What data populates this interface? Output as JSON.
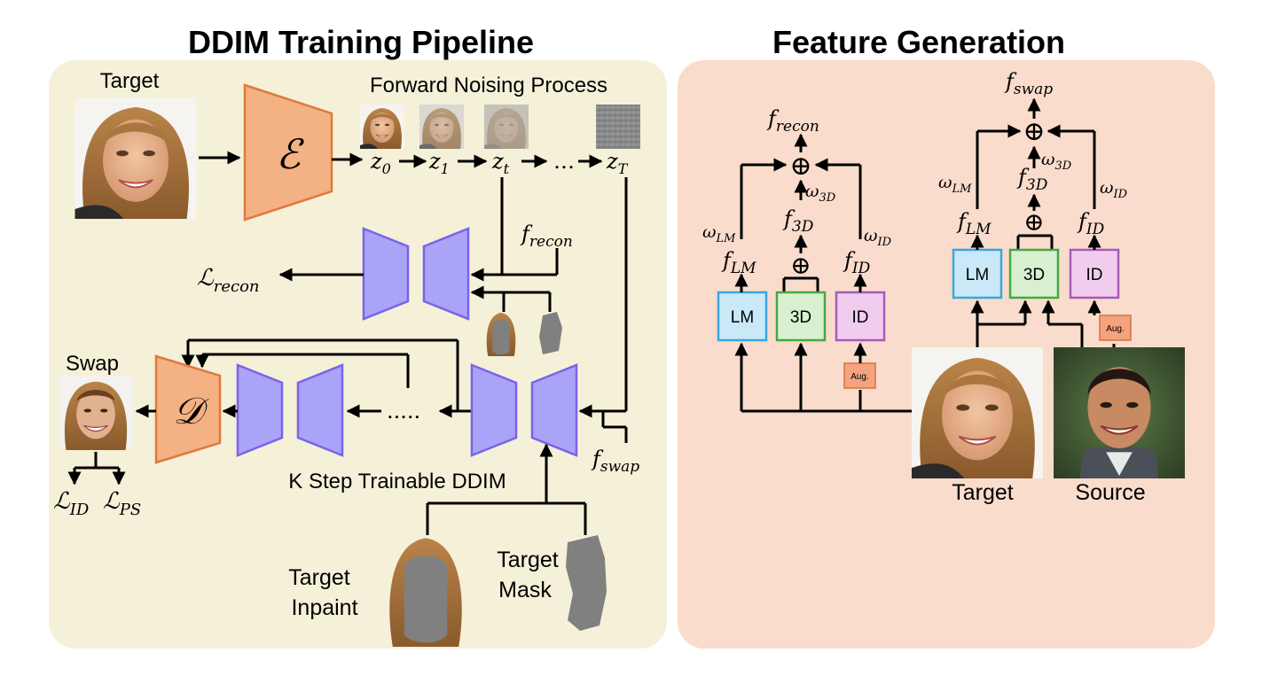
{
  "left_panel": {
    "title": "DDIM Training Pipeline",
    "target_label": "Target",
    "encoder_symbol": "ℰ",
    "decoder_symbol": "𝒟",
    "forward_label": "Forward Noising Process",
    "latents": [
      "z",
      "z",
      "z",
      "…",
      "z"
    ],
    "latent_subs": [
      "0",
      "1",
      "t",
      "",
      "T"
    ],
    "f_recon": {
      "base": "f",
      "sub": "recon"
    },
    "l_recon": {
      "base": "ℒ",
      "sub": "recon"
    },
    "swap_label": "Swap",
    "dots": ".....",
    "f_swap": {
      "base": "f",
      "sub": "swap"
    },
    "k_step_label": "K Step Trainable DDIM",
    "l_id": {
      "base": "ℒ",
      "sub": "ID"
    },
    "l_ps": {
      "base": "ℒ",
      "sub": "PS"
    },
    "target_inpaint_line1": "Target",
    "target_inpaint_line2": "Inpaint",
    "target_mask_line1": "Target",
    "target_mask_line2": "Mask"
  },
  "right_panel": {
    "title": "Feature Generation",
    "f_recon": {
      "base": "f",
      "sub": "recon"
    },
    "f_swap": {
      "base": "f",
      "sub": "swap"
    },
    "plus": "⊕",
    "w_lm": {
      "base": "ω",
      "sub": "LM"
    },
    "w_3d": {
      "base": "ω",
      "sub": "3D"
    },
    "w_id": {
      "base": "ω",
      "sub": "ID"
    },
    "f_lm": {
      "base": "f",
      "sub": "LM"
    },
    "f_3d": {
      "base": "f",
      "sub": "3D"
    },
    "f_id": {
      "base": "f",
      "sub": "ID"
    },
    "box_lm": "LM",
    "box_3d": "3D",
    "box_id": "ID",
    "aug": "Aug.",
    "target_label": "Target",
    "source_label": "Source"
  },
  "colors": {
    "left_bg": "#f5f0d8",
    "right_bg": "#f9dccc",
    "encoder": "#f4b183",
    "unet": "#a9a4f7",
    "unet_stroke": "#7b63e8",
    "lm": "#c9e8f8",
    "lm_stroke": "#3aa6dd",
    "d3": "#d8efd0",
    "d3_stroke": "#45a845",
    "id": "#f0cdef",
    "id_stroke": "#a85ab8",
    "aug": "#f4a37e",
    "aug_stroke": "#d87040"
  }
}
